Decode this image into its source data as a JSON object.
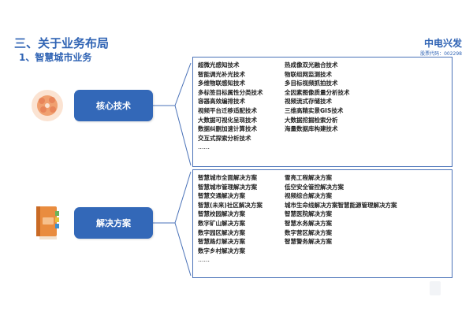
{
  "header": {
    "section_title": "三、关于业务布局",
    "subsection_title": "1、智慧城市业务",
    "brand_name": "中电兴发",
    "stock_code": "股票代码：002298"
  },
  "core_tech": {
    "label": "核心技术",
    "left_items": [
      "超微光感知技术",
      "智能调光补光技术",
      "多维物联感知技术",
      "多标签目标属性分类技术",
      "容器高效编排技术",
      "视频平台迁移适配技术",
      "大数据可视化呈现技术",
      "数据纠删加速计算技术",
      "交互式探索分析技术",
      "……"
    ],
    "right_items": [
      "热成像双光融合技术",
      "物联组网监测技术",
      "多目标视频抓拍技术",
      "全因素图像质量分析技术",
      "视频流式存储技术",
      "三维高精实景GIS技术",
      "大数据挖掘检索分析",
      "海量数据库构建技术"
    ]
  },
  "solutions": {
    "label": "解决方案",
    "left_items": [
      "智慧城市全面解决方案",
      "智慧城市管理解决方案",
      "智慧交通解决方案",
      "智慧(未来)社区解决方案",
      "智慧校园解决方案",
      "数字矿山解决方案",
      "数字园区解决方案",
      "智慧路灯解决方案",
      "数字乡村解决方案",
      "……"
    ],
    "right_items": [
      "雪亮工程解决方案",
      "低空安全管控解决方案",
      "视频综合解决方案",
      "城市生命线解决方案智慧能源管理解决方案",
      "智慧医院解决方案",
      "智慧水务解决方案",
      "数字营区解决方案",
      "智慧警务解决方案"
    ]
  },
  "colors": {
    "accent": "#2f63b4",
    "pill": "#3368b8",
    "border": "#4a72b8"
  }
}
